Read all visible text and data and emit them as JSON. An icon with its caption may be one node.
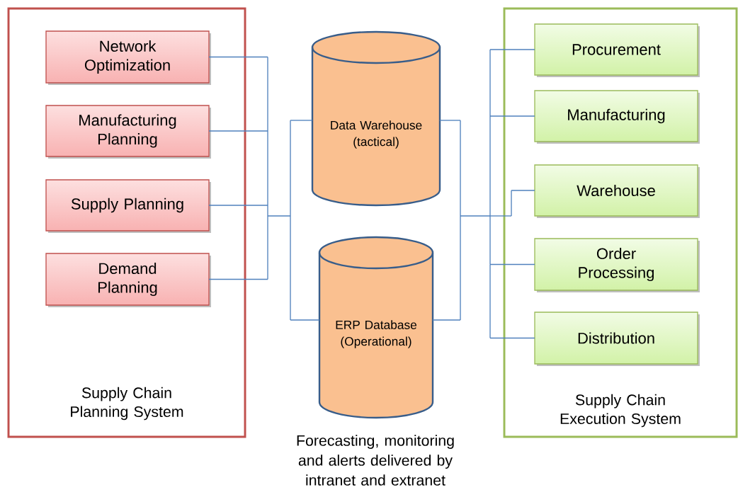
{
  "diagram": {
    "caption": "Forecasting, monitoring and alerts delivered by intranet and extranet",
    "nodes": [
      {
        "text": [
          "Supply Chain Planning System"
        ]
      },
      {
        "text": [
          "Network Optimization"
        ],
        "in": 0
      },
      {
        "text": [
          "Manufacturing Planning"
        ],
        "in": 0
      },
      {
        "text": [
          "Supply Planning"
        ],
        "in": 0
      },
      {
        "text": [
          "Demand Planning"
        ],
        "in": 0
      },
      {
        "text": [
          "Data Warehouse (tactical)"
        ]
      },
      {
        "text": [
          "ERP Database (Operational)"
        ]
      },
      {
        "text": [
          "Supply Chain Execution System"
        ]
      },
      {
        "text": [
          "Procurement"
        ],
        "in": 7
      },
      {
        "text": [
          "Manufacturing"
        ],
        "in": 7
      },
      {
        "text": [
          "Warehouse"
        ],
        "in": 7
      },
      {
        "text": [
          "Order Processing"
        ],
        "in": 7
      },
      {
        "text": [
          "Distribution"
        ],
        "in": 7
      }
    ],
    "edges": [
      {
        "from": 1,
        "to": 5,
        "arrow": "none"
      },
      {
        "from": 2,
        "to": 5,
        "arrow": "none"
      },
      {
        "from": 3,
        "to": 5,
        "arrow": "none"
      },
      {
        "from": 4,
        "to": 5,
        "arrow": "none"
      },
      {
        "from": 1,
        "to": 6,
        "arrow": "none"
      },
      {
        "from": 2,
        "to": 6,
        "arrow": "none"
      },
      {
        "from": 3,
        "to": 6,
        "arrow": "none"
      },
      {
        "from": 4,
        "to": 6,
        "arrow": "none"
      },
      {
        "from": 5,
        "to": 8,
        "arrow": "none"
      },
      {
        "from": 5,
        "to": 9,
        "arrow": "none"
      },
      {
        "from": 5,
        "to": 10,
        "arrow": "none"
      },
      {
        "from": 5,
        "to": 11,
        "arrow": "none"
      },
      {
        "from": 5,
        "to": 12,
        "arrow": "none"
      },
      {
        "from": 6,
        "to": 8,
        "arrow": "none"
      },
      {
        "from": 6,
        "to": 9,
        "arrow": "none"
      },
      {
        "from": 6,
        "to": 10,
        "arrow": "none"
      },
      {
        "from": 6,
        "to": 11,
        "arrow": "none"
      },
      {
        "from": 6,
        "to": 12,
        "arrow": "none"
      }
    ]
  }
}
